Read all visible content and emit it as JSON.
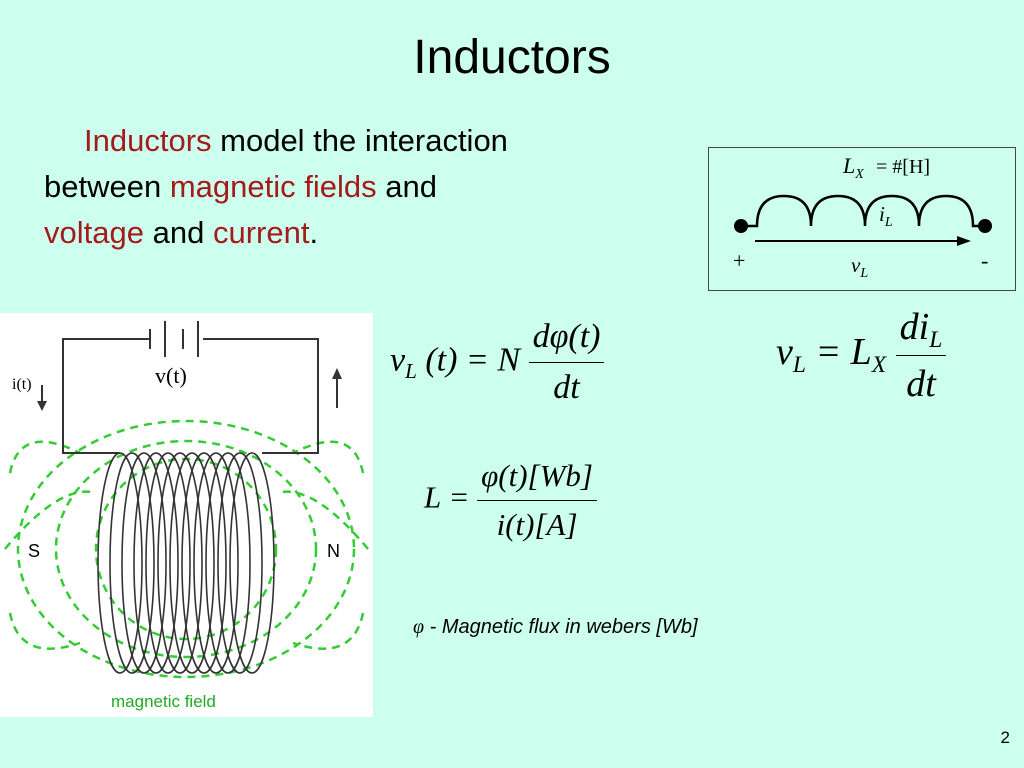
{
  "title": "Inductors",
  "intro": {
    "w1": "Inductors",
    "w2": "model the interaction",
    "w3": "between",
    "w4": "magnetic fields",
    "w5": "and",
    "w6": "voltage",
    "w7": "and",
    "w8": "current",
    "w9": "."
  },
  "circuit": {
    "L": "L",
    "X": "X",
    "value": "= #[H]",
    "i": "i",
    "i_sub": "L",
    "v": "v",
    "v_sub": "L",
    "plus": "+",
    "minus": "-"
  },
  "coil_figure": {
    "current_label": "i(t)",
    "voltage_label": "v(t)",
    "south": "S",
    "north": "N",
    "caption": "magnetic field",
    "colors": {
      "field": "#33cc33",
      "caption": "#22aa22",
      "wire": "#333333"
    }
  },
  "eq1": {
    "v": "v",
    "v_sub": "L",
    "lhs_arg": "(t)",
    "eq": "=",
    "N": "N",
    "num_d": "d",
    "num_phi": "φ",
    "num_arg": "(t)",
    "den": "dt"
  },
  "eq2": {
    "v": "v",
    "v_sub": "L",
    "eq": "=",
    "L": "L",
    "L_sub": "X",
    "num": "di",
    "num_sub": "L",
    "den": "dt"
  },
  "eq3": {
    "L": "L",
    "eq": "=",
    "num_phi": "φ",
    "num_arg": "(t)",
    "num_unit": "[Wb]",
    "den_i": "i",
    "den_arg": "(t)",
    "den_unit": "[A]"
  },
  "flux_note": {
    "symbol": "φ",
    "text": " - Magnetic flux in webers [Wb]"
  },
  "page_number": "2",
  "colors": {
    "background": "#ccffee",
    "accent": "#a51b1b"
  }
}
